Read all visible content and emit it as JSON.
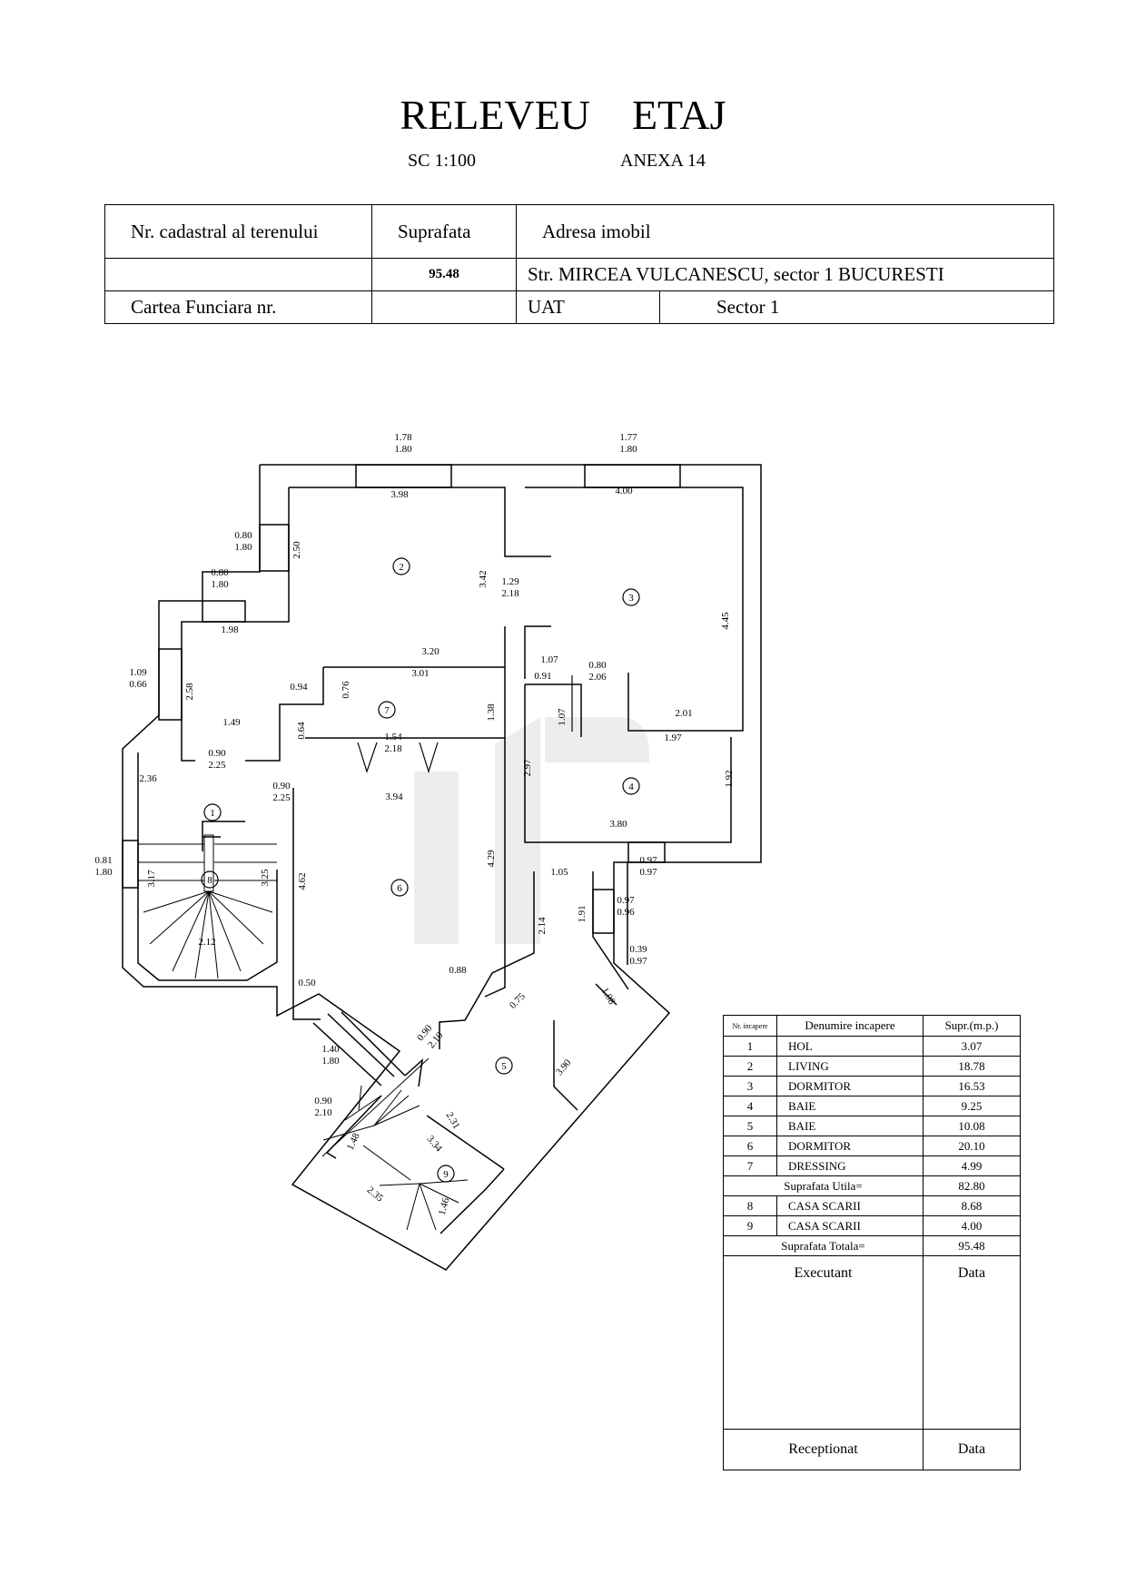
{
  "title": "RELEVEU    ETAJ",
  "scale": "SC 1:100",
  "annex": "ANEXA 14",
  "header_table": {
    "cadastral_label": "Nr. cadastral al terenului",
    "area_label": "Suprafata",
    "address_label": "Adresa imobil",
    "cadastral_value": "",
    "area_value": "95.48",
    "address_value": "Str. MIRCEA VULCANESCU,  sector 1  BUCURESTI",
    "land_book_label": "Cartea Funciara  nr.",
    "land_book_value": "",
    "uat_label": "UAT",
    "uat_value": "Sector 1"
  },
  "plan": {
    "room_numbers": [
      "1",
      "2",
      "3",
      "4",
      "5",
      "6",
      "7",
      "8",
      "9"
    ],
    "dimensions": [
      "1.78",
      "1.80",
      "1.77",
      "1.80",
      "3.98",
      "4.00",
      "0.80",
      "1.80",
      "2.50",
      "0.80",
      "1.80",
      "3.42",
      "1.29",
      "2.18",
      "4.45",
      "1.98",
      "3.20",
      "1.07",
      "0.80",
      "2.06",
      "0.91",
      "3.01",
      "0.76",
      "0.94",
      "1.09",
      "0.66",
      "2.58",
      "1.38",
      "1.07",
      "2.01",
      "1.49",
      "0.64",
      "1.54",
      "2.18",
      "1.97",
      "0.90",
      "2.25",
      "2.97",
      "2.36",
      "1.92",
      "0.90",
      "2.25",
      "3.94",
      "4.29",
      "3.80",
      "0.81",
      "1.80",
      "3.17",
      "3.25",
      "0.97",
      "0.97",
      "4.62",
      "1.05",
      "0.97",
      "0.96",
      "1.91",
      "2.14",
      "2.12",
      "0.39",
      "0.97",
      "0.50",
      "0.88",
      "0.75",
      "1.08",
      "0.90",
      "2.10",
      "1.40",
      "1.80",
      "3.90",
      "0.90",
      "2.10",
      "2.31",
      "1.48",
      "3.34",
      "2.35",
      "1.46"
    ]
  },
  "room_table": {
    "headers": [
      "Nr. incapere",
      "Denumire incapere",
      "Supr.(m.p.)"
    ],
    "rows": [
      {
        "nr": "1",
        "name": "HOL",
        "area": "3.07"
      },
      {
        "nr": "2",
        "name": "LIVING",
        "area": "18.78"
      },
      {
        "nr": "3",
        "name": "DORMITOR",
        "area": "16.53"
      },
      {
        "nr": "4",
        "name": "BAIE",
        "area": "9.25"
      },
      {
        "nr": "5",
        "name": "BAIE",
        "area": "10.08"
      },
      {
        "nr": "6",
        "name": "DORMITOR",
        "area": "20.10"
      },
      {
        "nr": "7",
        "name": "DRESSING",
        "area": "4.99"
      }
    ],
    "useful_label": "Suprafata Utila=",
    "useful_value": "82.80",
    "extra_rows": [
      {
        "nr": "8",
        "name": "CASA SCARII",
        "area": "8.68"
      },
      {
        "nr": "9",
        "name": "CASA SCARII",
        "area": "4.00"
      }
    ],
    "total_label": "Suprafata Totala=",
    "total_value": "95.48",
    "executant_label": "Executant",
    "executant_date_label": "Data",
    "receptionat_label": "Receptionat",
    "receptionat_date_label": "Data"
  }
}
